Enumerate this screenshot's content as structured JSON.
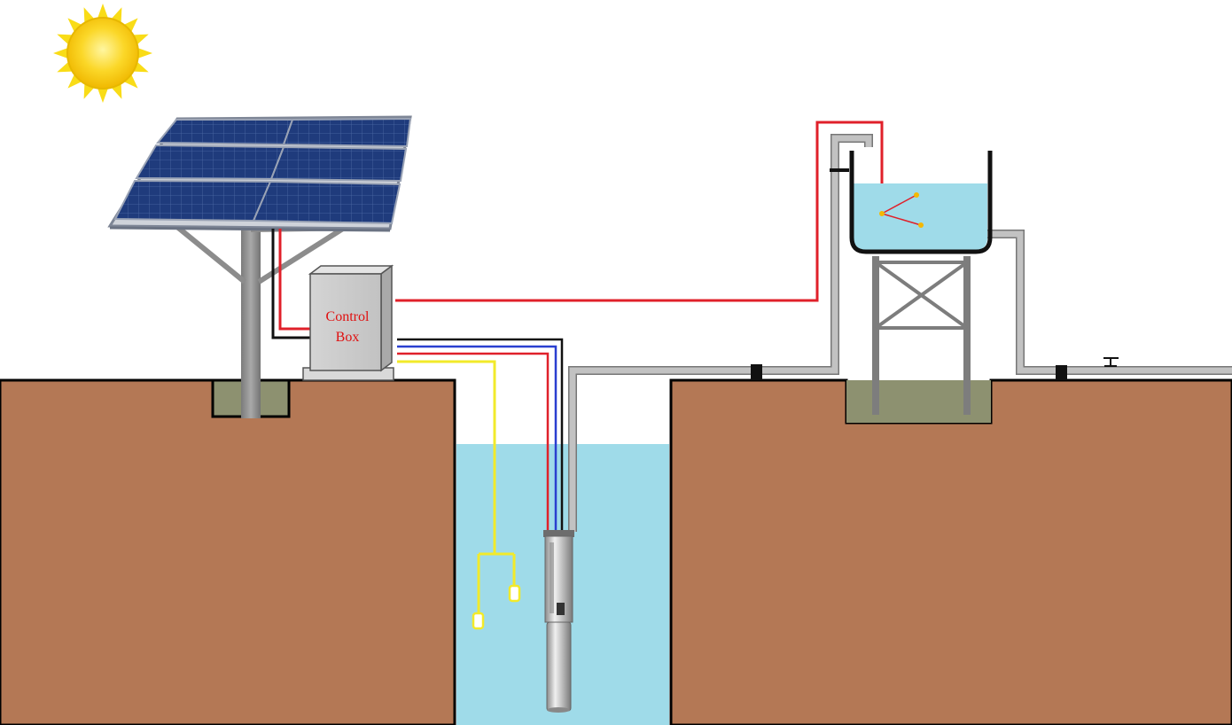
{
  "control_box": {
    "label_line1": "Control",
    "label_line2": "Box"
  },
  "colors": {
    "ground": "#b47855",
    "water": "#9fdbe9",
    "pipe": "#b9b9b9",
    "wire_red": "#e0202a",
    "wire_blue": "#2a3fd0",
    "wire_black": "#111111",
    "wire_yellow": "#f2ea2a",
    "sun": "#f7d21a",
    "panel": "#1e3a78",
    "concrete": "#8d9170"
  },
  "icons": [
    "sun-icon",
    "solar-panel-array",
    "control-box",
    "submersible-pump-icon",
    "float-switch-icon",
    "water-tank",
    "faucet-icon"
  ]
}
